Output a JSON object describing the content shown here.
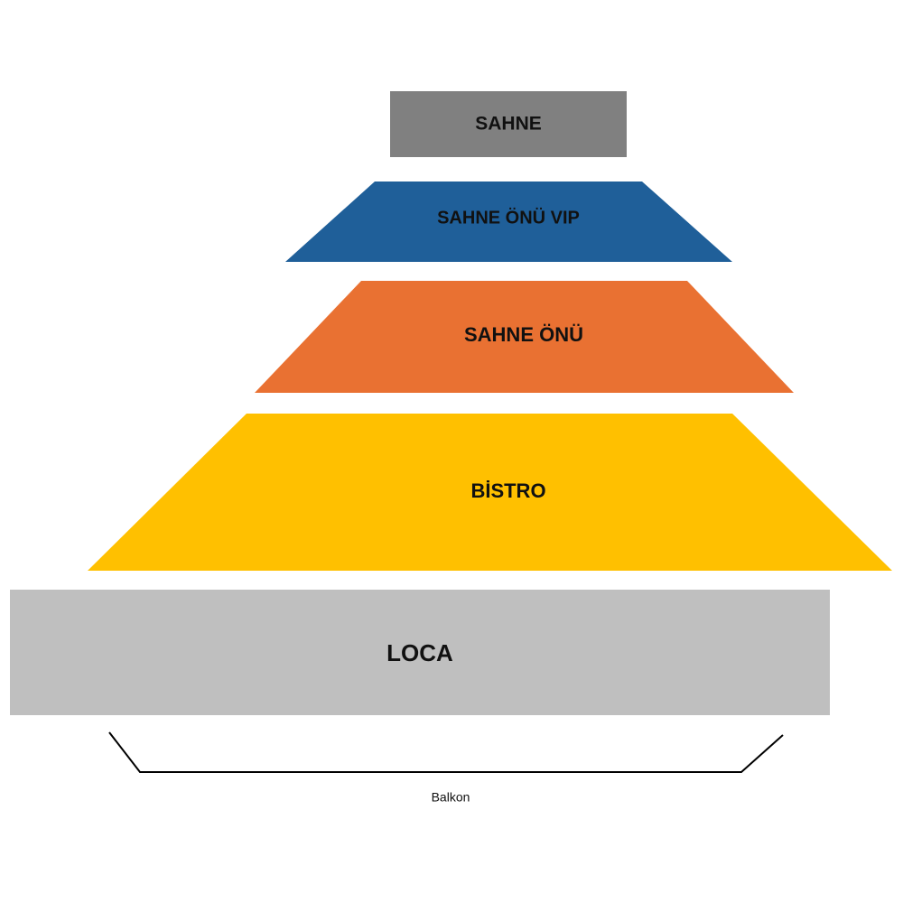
{
  "zones": {
    "sahne": {
      "label": "SAHNE",
      "color": "#808080"
    },
    "sahne_onu_vip": {
      "label": "SAHNE ÖNÜ VIP",
      "color": "#1F5F99"
    },
    "sahne_onu": {
      "label": "SAHNE ÖNÜ",
      "color": "#E97132"
    },
    "bistro": {
      "label": "BİSTRO",
      "color": "#FFC000"
    },
    "loca": {
      "label": "LOCA",
      "color": "#BFBFBF"
    }
  },
  "balkon": {
    "label": "Balkon",
    "color": "#000000"
  }
}
